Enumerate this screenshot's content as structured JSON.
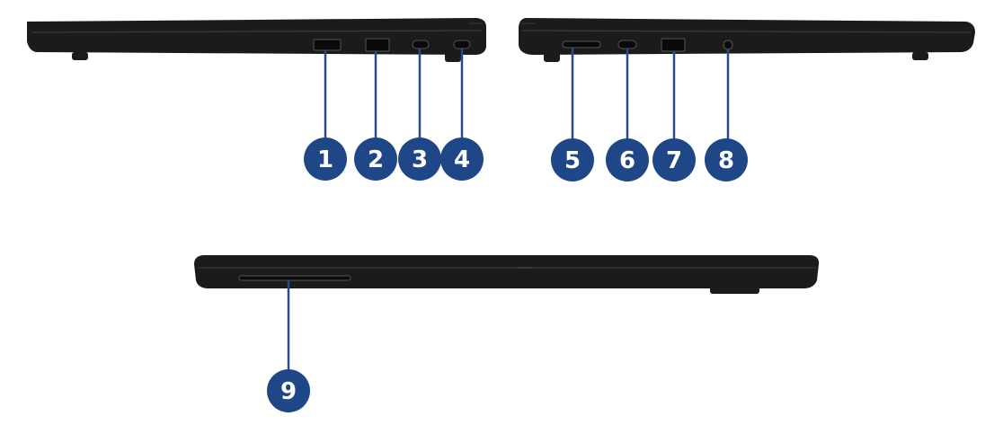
{
  "colors": {
    "callout_fill": "#1f4788",
    "leader_line": "#2a4a8a",
    "chassis": "#1b1b1b",
    "chassis_edge": "#3a3a3a",
    "port": "#0a0a0a",
    "port_highlight": "#555555"
  },
  "views": [
    {
      "id": "left-side-view",
      "callouts": [
        {
          "label": "1",
          "port": "hdmi-port"
        },
        {
          "label": "2",
          "port": "usb-a-port"
        },
        {
          "label": "3",
          "port": "usb-c-port"
        },
        {
          "label": "4",
          "port": "usb-c-port"
        }
      ]
    },
    {
      "id": "right-side-view",
      "callouts": [
        {
          "label": "5",
          "port": "card-slot"
        },
        {
          "label": "6",
          "port": "usb-c-port"
        },
        {
          "label": "7",
          "port": "usb-a-port"
        },
        {
          "label": "8",
          "port": "audio-jack"
        }
      ]
    },
    {
      "id": "front-view",
      "callouts": [
        {
          "label": "9",
          "port": "card-slot"
        }
      ]
    }
  ]
}
